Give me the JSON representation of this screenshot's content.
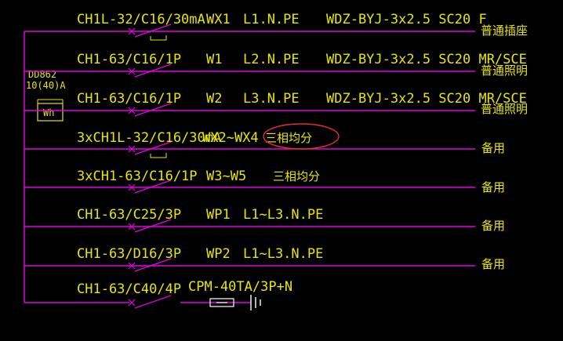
{
  "meter": {
    "model": "DD862",
    "rating": "10(40)A",
    "symbol": "Wh"
  },
  "colors": {
    "background": "#000000",
    "line": "#e600e6",
    "text": "#e6e600",
    "highlight": "#e03030",
    "cable": "#ffffff"
  },
  "circuits": [
    {
      "breaker": "CH1L-32/C16/30mA",
      "loop": "WX1",
      "phase": "L1.N.PE",
      "cable": "WDZ-BYJ-3x2.5 SC20 F",
      "note": "",
      "usage": "普通插座"
    },
    {
      "breaker": "CH1-63/C16/1P",
      "loop": "W1",
      "phase": "L2.N.PE",
      "cable": "WDZ-BYJ-3x2.5 SC20 MR/SCE",
      "note": "",
      "usage": "普通照明"
    },
    {
      "breaker": "CH1-63/C16/1P",
      "loop": "W2",
      "phase": "L3.N.PE",
      "cable": "WDZ-BYJ-3x2.5 SC20 MR/SCE",
      "note": "",
      "usage": "普通照明"
    },
    {
      "breaker": "3xCH1L-32/C16/30mA",
      "loop": "WX2~WX4",
      "phase": "",
      "cable": "",
      "note": "三相均分",
      "usage": "备用"
    },
    {
      "breaker": "3xCH1-63/C16/1P",
      "loop": "W3~W5",
      "phase": "",
      "cable": "",
      "note": "三相均分",
      "usage": "备用"
    },
    {
      "breaker": "CH1-63/C25/3P",
      "loop": "WP1",
      "phase": "L1~L3.N.PE",
      "cable": "",
      "note": "",
      "usage": "备用"
    },
    {
      "breaker": "CH1-63/D16/3P",
      "loop": "WP2",
      "phase": "L1~L3.N.PE",
      "cable": "",
      "note": "",
      "usage": "备用"
    },
    {
      "breaker": "CH1-63/C40/4P",
      "loop": "",
      "phase": "",
      "cable": "",
      "note": "",
      "usage": ""
    }
  ],
  "surge_protector": "CPM-40TA/3P+N"
}
